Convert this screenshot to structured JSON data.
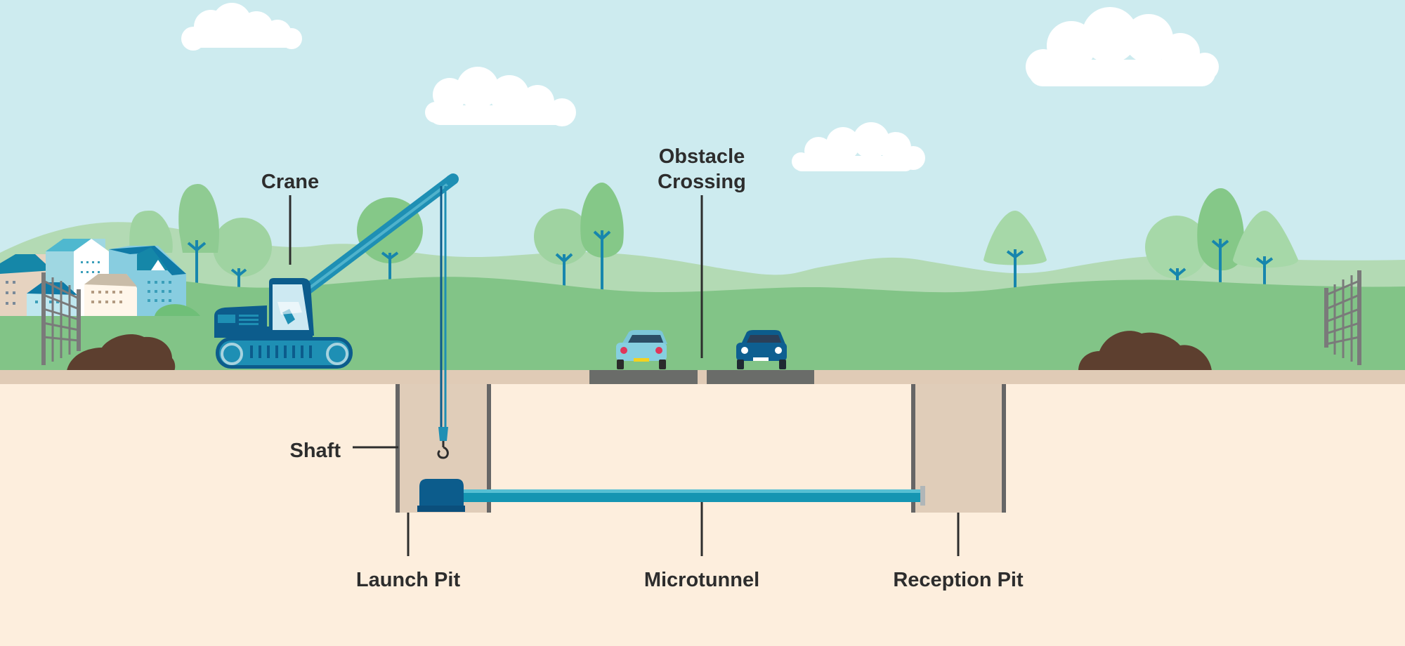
{
  "labels": {
    "crane": "Crane",
    "obstacle_line1": "Obstacle",
    "obstacle_line2": "Crossing",
    "shaft": "Shaft",
    "launch_pit": "Launch Pit",
    "microtunnel": "Microtunnel",
    "reception_pit": "Reception Pit"
  },
  "icons": {
    "crane": "crawler-crane-icon",
    "car_left": "car-icon",
    "car_right": "car-icon",
    "houses": "houses-icon",
    "tunnel_boring_machine": "tunnel-boring-machine-icon",
    "hook": "crane-hook-icon",
    "fence": "fence-icon",
    "dirt_pile": "dirt-pile-icon",
    "tree": "tree-icon",
    "cloud": "cloud-icon"
  },
  "colors": {
    "sky": "#cdebef",
    "far_hills": "#b3dab4",
    "near_hills": "#82c487",
    "ground_strip": "#e0cbb6",
    "soil": "#fdeedd",
    "pit": "#e0cdb9",
    "wall": "#666666",
    "crane_dark": "#0c5c8c",
    "crane_light": "#1e8fb4",
    "tunnel": "#1595b2",
    "dirt": "#5d3f2f",
    "road": "#6a6c69",
    "label_text": "#2d2d2d"
  }
}
